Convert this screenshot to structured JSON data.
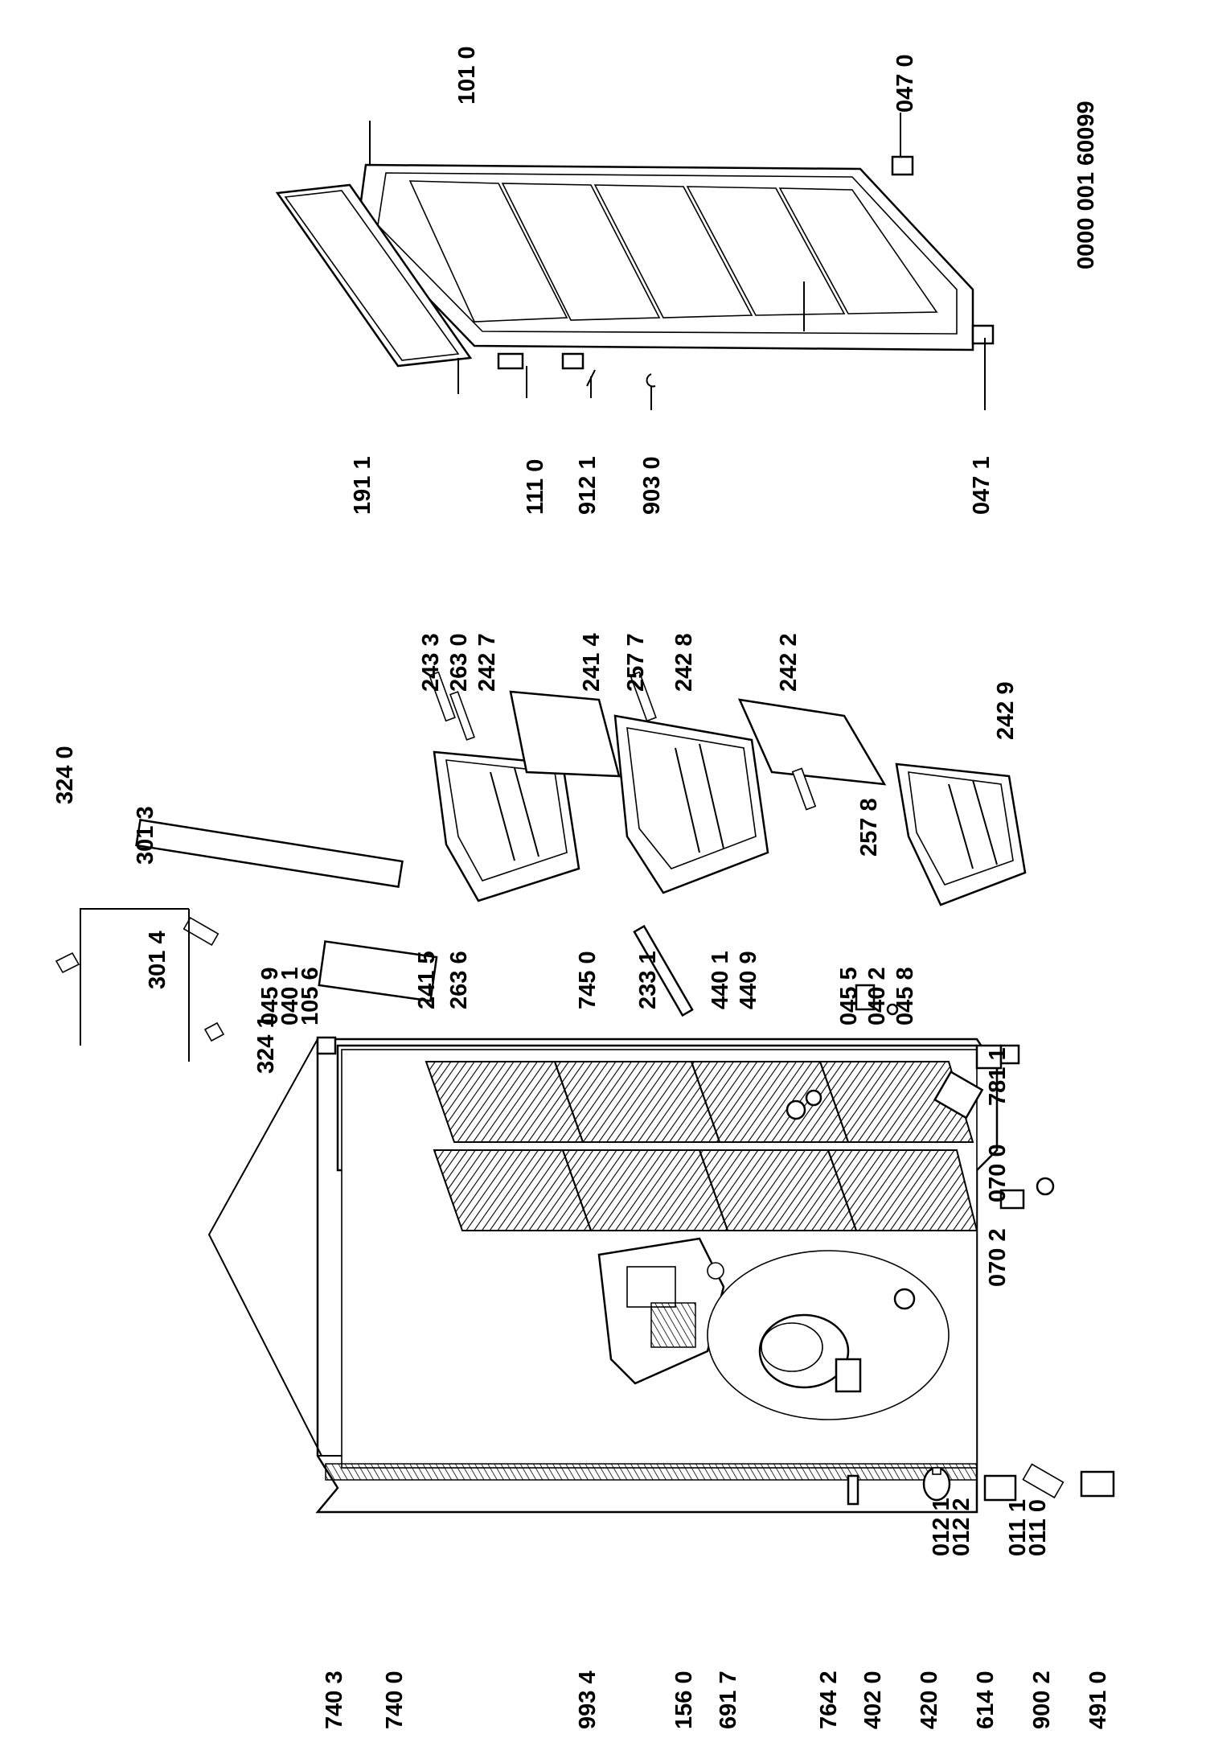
{
  "document_code": "0000 001 60099",
  "part_numbers": [
    "740 3",
    "740 0",
    "993 4",
    "156 0",
    "691 7",
    "764 2",
    "402 0",
    "420 0",
    "614 0",
    "900 2",
    "491 0",
    "012 1",
    "012 2",
    "011 1",
    "011 0",
    "070 2",
    "070 0",
    "781 1",
    "045 5",
    "040 2",
    "045 8",
    "440 1",
    "440 9",
    "233 1",
    "745 0",
    "263 6",
    "241 5",
    "045 9",
    "040 1",
    "105 6",
    "324 1",
    "301 4",
    "301 3",
    "324 0",
    "242 9",
    "257 8",
    "242 2",
    "242 8",
    "257 7",
    "241 4",
    "242 7",
    "263 0",
    "243 3",
    "191 1",
    "111 0",
    "912 1",
    "903 0",
    "047 1",
    "047 0",
    "101 0"
  ]
}
